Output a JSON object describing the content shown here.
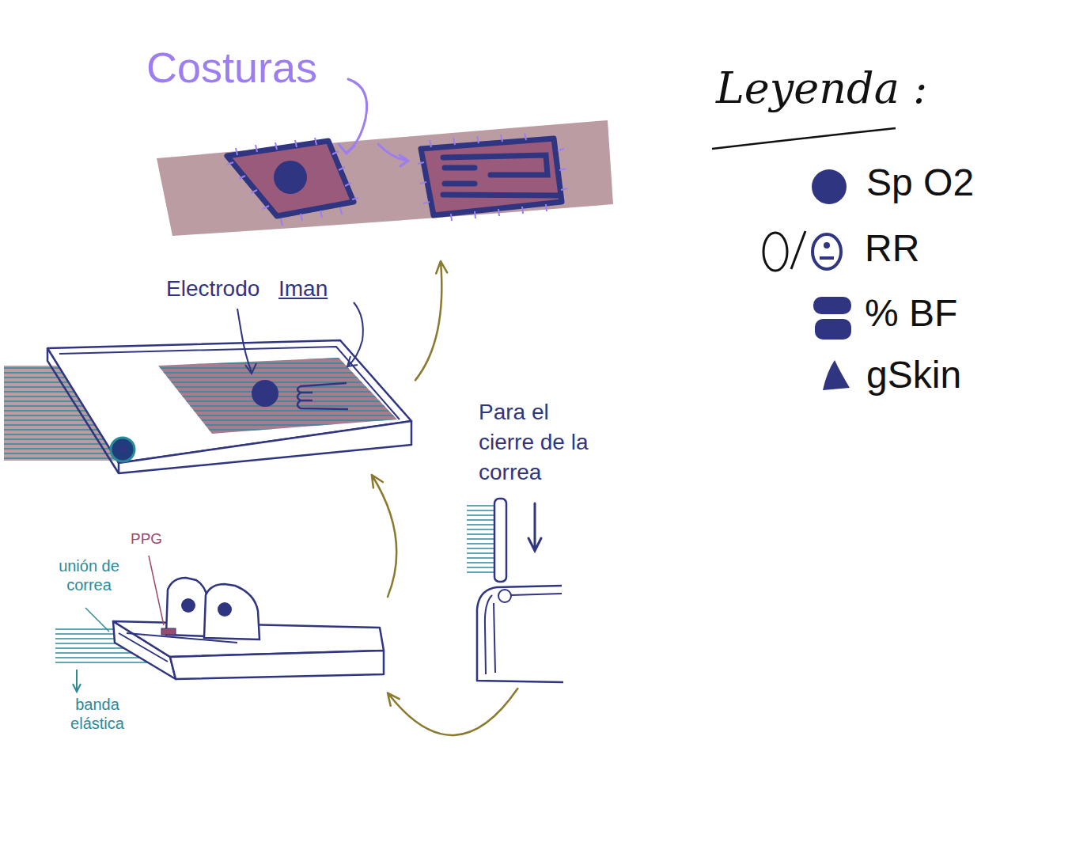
{
  "diagram": {
    "nodes": [
      {
        "text": [
          "Costuras"
        ]
      },
      {
        "text": [
          "Electrodo",
          "Iman"
        ]
      },
      {
        "text": [
          "PPG",
          "unión de correa",
          "banda elástica"
        ]
      },
      {
        "text": [
          "Para el cierre de la correa"
        ]
      }
    ],
    "edges": [
      {
        "from": 2,
        "to": 1,
        "arrow": "to"
      },
      {
        "from": 1,
        "to": 0,
        "arrow": "to"
      },
      {
        "from": 3,
        "to": 2,
        "arrow": "to"
      }
    ],
    "labels": [
      "Leyenda :"
    ],
    "legend": [
      {
        "text": "Sp O2"
      },
      {
        "text": "RR"
      },
      {
        "text": "% BF"
      },
      {
        "text": "gSkin"
      }
    ]
  }
}
